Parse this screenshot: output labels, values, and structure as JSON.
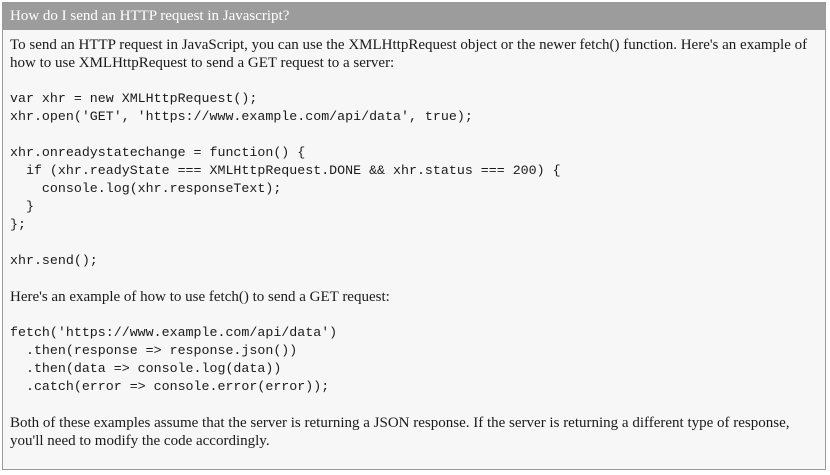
{
  "header": {
    "question": "How do I send an HTTP request in Javascript?"
  },
  "answer": {
    "intro": "To send an HTTP request in JavaScript, you can use the XMLHttpRequest object or the newer fetch() function. Here's an example of how to use XMLHttpRequest to send a GET request to a server:",
    "xhr_code": [
      "var xhr = new XMLHttpRequest();",
      "xhr.open('GET', 'https://www.example.com/api/data', true);",
      "",
      "xhr.onreadystatechange = function() {",
      "  if (xhr.readyState === XMLHttpRequest.DONE && xhr.status === 200) {",
      "    console.log(xhr.responseText);",
      "  }",
      "};",
      "",
      "xhr.send();"
    ],
    "fetch_intro": "Here's an example of how to use fetch() to send a GET request:",
    "fetch_code": [
      "fetch('https://www.example.com/api/data')",
      "  .then(response => response.json())",
      "  .then(data => console.log(data))",
      "  .catch(error => console.error(error));"
    ],
    "conclusion": "Both of these examples assume that the server is returning a JSON response. If the server is returning a different type of response, you'll need to modify the code accordingly."
  }
}
